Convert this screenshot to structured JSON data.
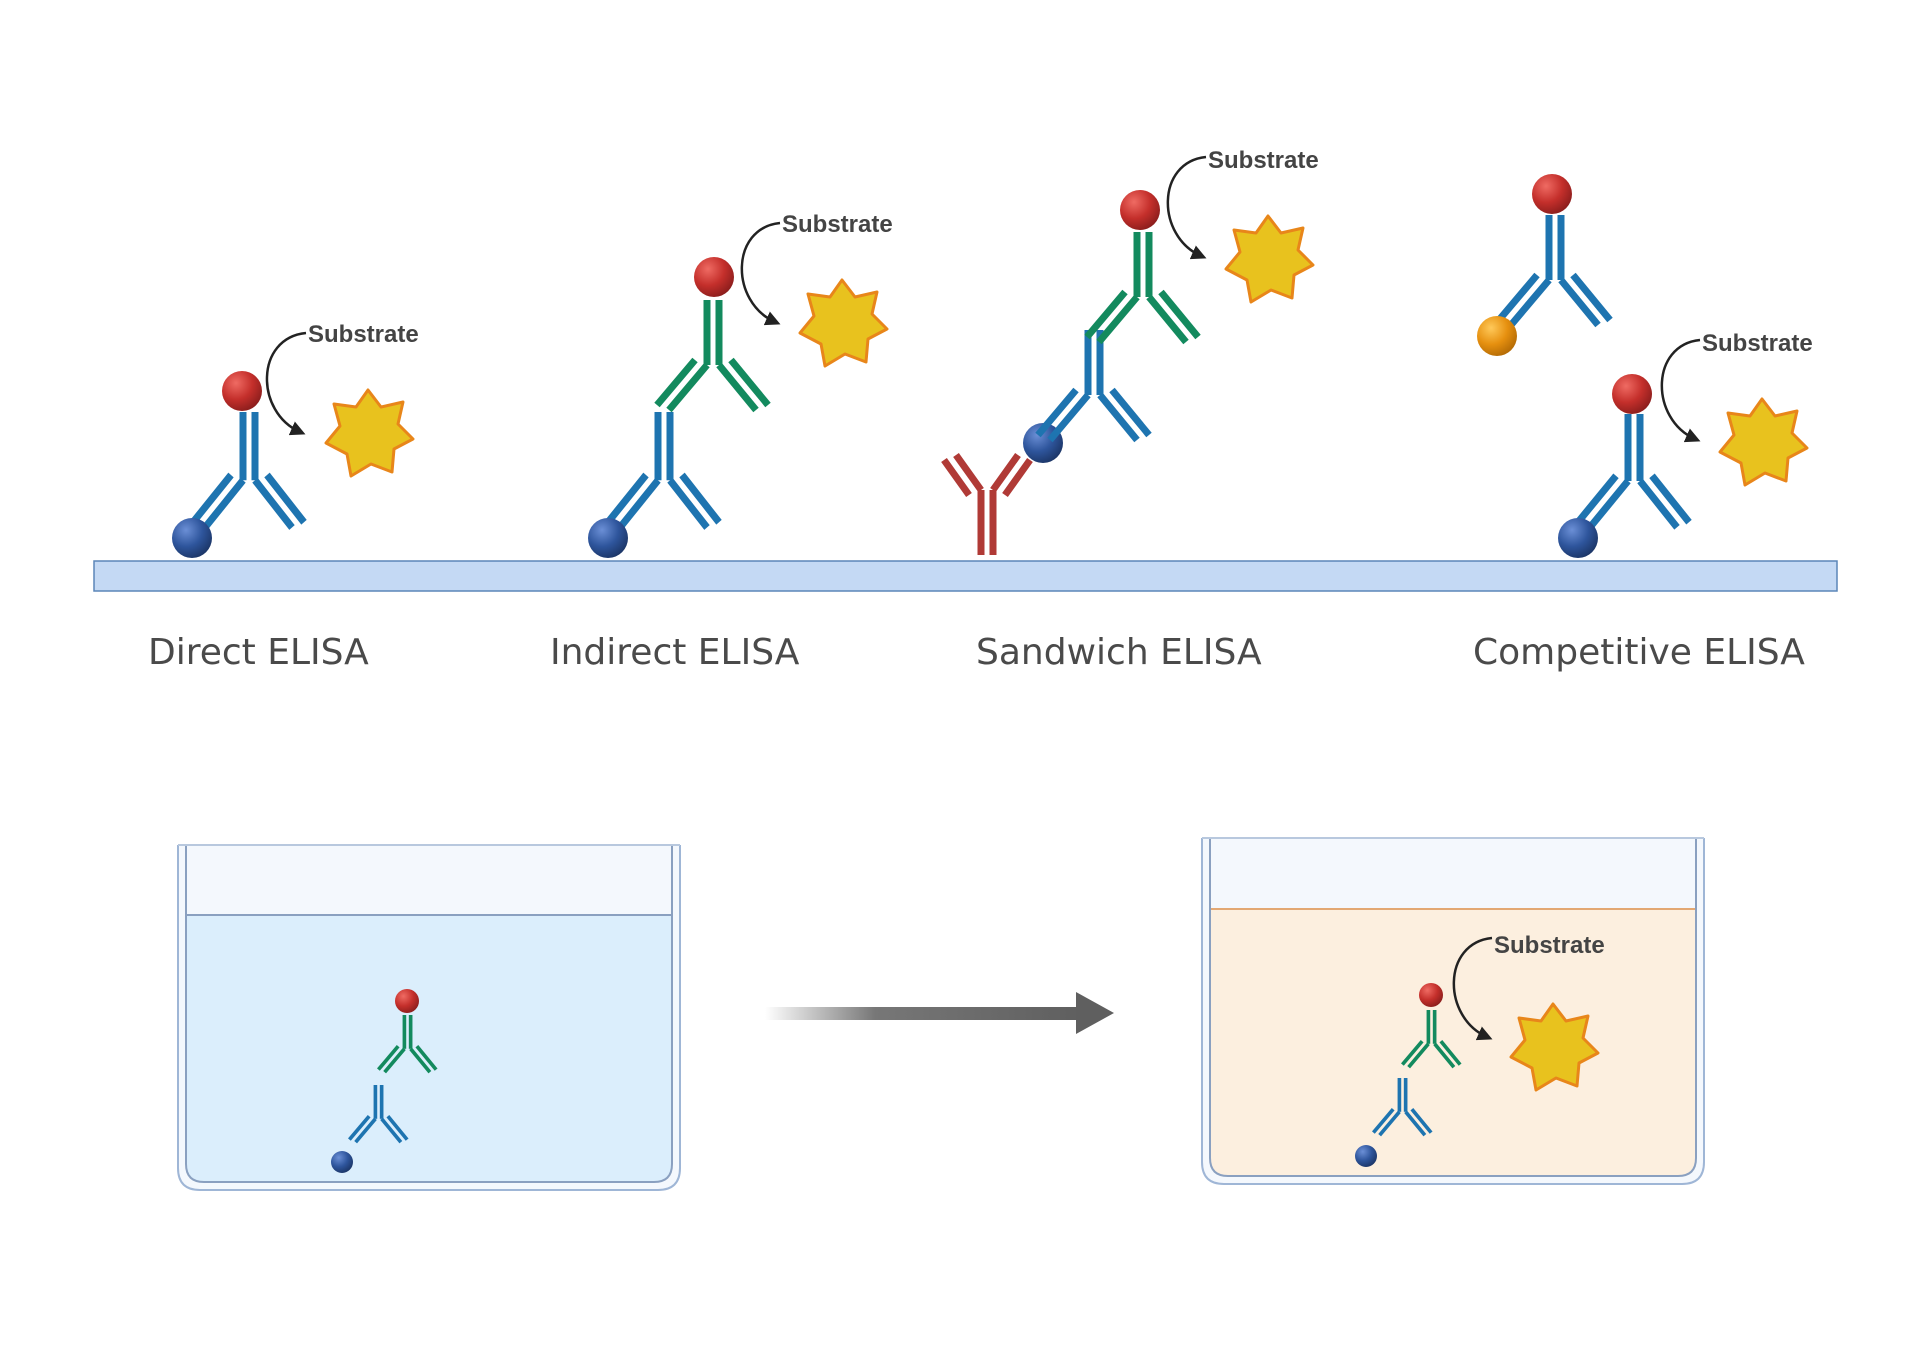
{
  "substrate_label": "Substrate",
  "labels": {
    "direct": "Direct ELISA",
    "indirect": "Indirect ELISA",
    "sandwich": "Sandwich ELISA",
    "competitive": "Competitive ELISA"
  },
  "colors": {
    "plate": "#c4d9f4",
    "plate_border": "#5b86b8",
    "primary_antibody": "#1e74b0",
    "secondary_antibody": "#138a5e",
    "capture_antibody": "#b03a36",
    "enzyme": "#b52a2a",
    "antigen": "#2c5598",
    "competitor_antigen": "#e08a12",
    "product_star": "#e8c21e",
    "well_blue": "#dbeefc",
    "well_orange": "#fcefdf",
    "arrow": "#5f5f5f"
  },
  "icons": [
    "antibody-icon",
    "enzyme-icon",
    "antigen-icon",
    "star-product-icon",
    "curved-arrow-icon",
    "process-arrow-icon",
    "well-icon"
  ]
}
